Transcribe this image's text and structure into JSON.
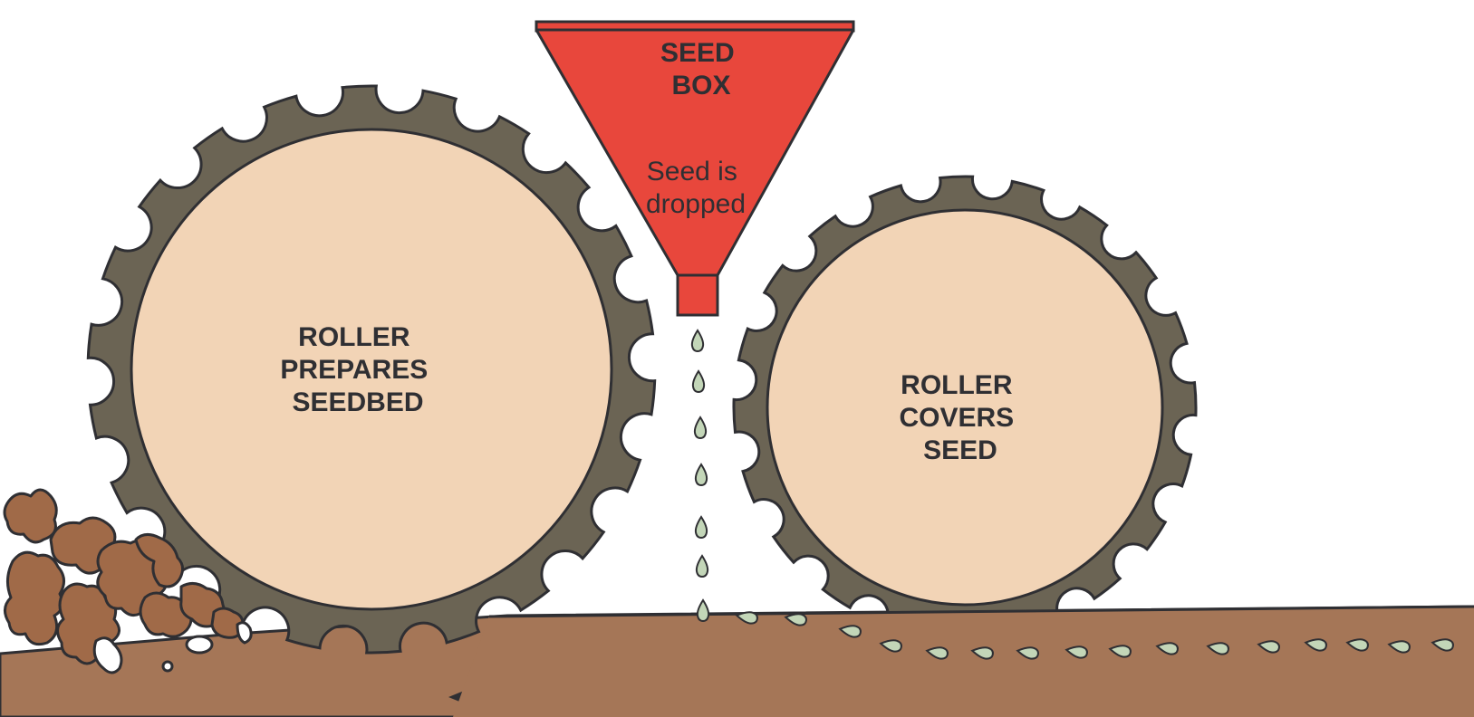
{
  "seed_box": {
    "title_line1": "SEED",
    "title_line2": "BOX",
    "caption_line1": "Seed is",
    "caption_line2": "dropped"
  },
  "left_roller": {
    "line1": "ROLLER",
    "line2": "PREPARES",
    "line3": "SEEDBED"
  },
  "right_roller": {
    "line1": "ROLLER",
    "line2": "COVERS",
    "line3": "SEED"
  },
  "colors": {
    "seed_box": "#e8473c",
    "roller_face": "#f2d4b6",
    "roller_teeth": "#6b6454",
    "soil": "#a57657",
    "clods": "#a06a48",
    "seed": "#c3d6b8",
    "outline": "#2f2f33"
  },
  "icons": {
    "direction": "arrow-left-icon",
    "seed": "seed-drop-icon"
  }
}
